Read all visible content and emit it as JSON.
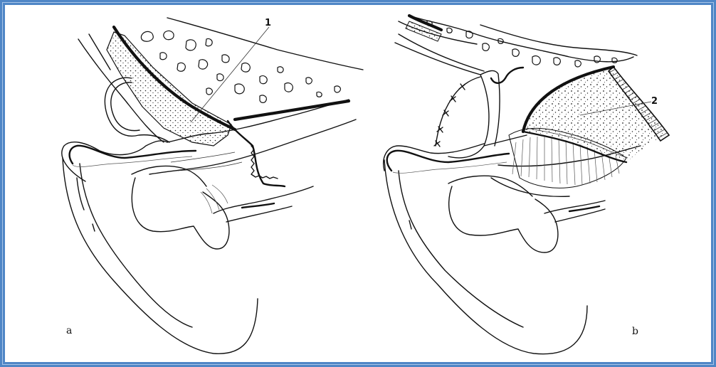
{
  "figure": {
    "left_panel": {
      "label": "a",
      "callout": "1"
    },
    "right_panel": {
      "label": "b",
      "callout": "2"
    }
  },
  "colors": {
    "frame_border": "#4f86c6",
    "ink": "#111111",
    "background": "#ffffff"
  }
}
